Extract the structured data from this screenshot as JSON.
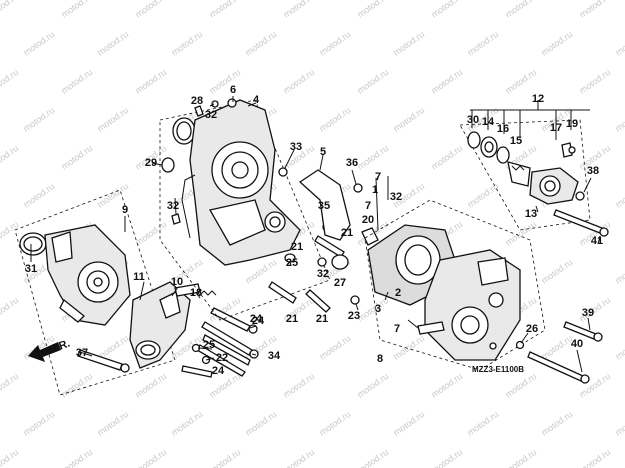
{
  "watermark": "motod.ru",
  "diagram_code": "MZZ3-E1100B",
  "front_label": "FR.",
  "callouts": [
    "1",
    "2",
    "3",
    "4",
    "5",
    "6",
    "7",
    "8",
    "9",
    "10",
    "11",
    "12",
    "13",
    "14",
    "15",
    "16",
    "17",
    "18",
    "19",
    "20",
    "21",
    "22",
    "23",
    "24",
    "25",
    "26",
    "27",
    "28",
    "29",
    "30",
    "31",
    "32",
    "33",
    "34",
    "35",
    "36",
    "37",
    "38",
    "39",
    "40",
    "41"
  ],
  "colors": {
    "line": "#111111",
    "paper": "#ffffff",
    "watermark": "#c9c9c9"
  }
}
